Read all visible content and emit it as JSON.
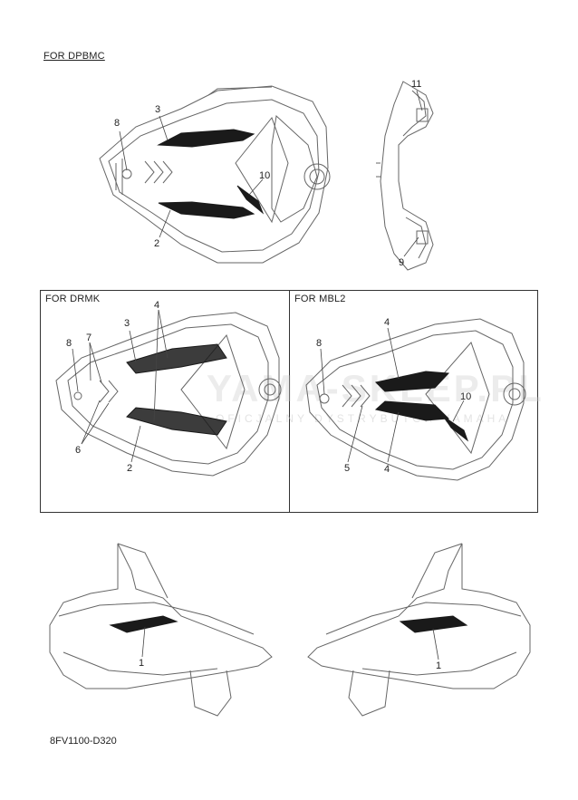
{
  "sections": {
    "top": {
      "title": "FOR DPBMC"
    },
    "left_panel": {
      "title": "FOR DRMK"
    },
    "right_panel": {
      "title": "FOR MBL2"
    }
  },
  "callouts": {
    "top": [
      "8",
      "3",
      "10",
      "2",
      "11",
      "9"
    ],
    "left_panel": [
      "8",
      "7",
      "3",
      "4",
      "6",
      "2"
    ],
    "right_panel": [
      "8",
      "4",
      "10",
      "5",
      "4"
    ],
    "bottom": [
      "1",
      "1"
    ]
  },
  "watermark": {
    "main": "YAMA-SKLEP.PL",
    "sub": "OFICJALNY DYSTRYBUTOR YAMAHA"
  },
  "part_number": "8FV1100-D320",
  "colors": {
    "line": "#555555",
    "frame": "#333333",
    "dark_graphic": "#1a1a1a"
  }
}
